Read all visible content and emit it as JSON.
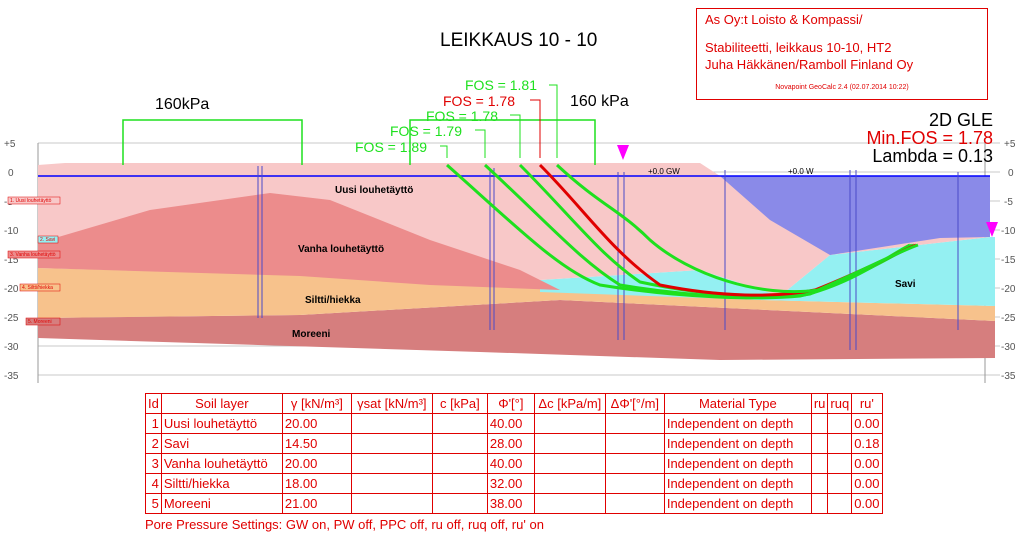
{
  "section_title": "LEIKKAUS 10 - 10",
  "title_block": {
    "company": "As Oy:t Loisto & Kompassi/",
    "project": "Stabiliteetti, leikkaus 10-10, HT2",
    "author": "Juha Häkkänen/Ramboll Finland Oy",
    "software": "Novapoint GeoCalc 2.4   (02.07.2014 10:22)"
  },
  "method": "2D GLE",
  "min_fos": "Min.FOS = 1.78",
  "lambda": "Lambda = 0.13",
  "load_labels": [
    "160kPa",
    "160 kPa"
  ],
  "fos_labels": [
    "FOS = 1.81",
    "FOS = 1.78",
    "FOS = 1.78",
    "FOS = 1.79",
    "FOS = 1.89"
  ],
  "gw_labels": [
    "+0.0 GW",
    "+0.0 W"
  ],
  "elevation_ticks": [
    "+5",
    "0",
    "-5",
    "-10",
    "-15",
    "-20",
    "-25",
    "-30",
    "-35"
  ],
  "layer_labels": [
    "Uusi louhetäyttö",
    "Vanha louhetäyttö",
    "Siltti/hiekka",
    "Moreeni",
    "Savi"
  ],
  "side_tags": [
    "1. Uusi louhetäyttö",
    "2. Savi",
    "3. Vanha louhetäyttö",
    "4. Siltti/hiekka",
    "5. Moreeni"
  ],
  "colors": {
    "uusi": "#f8c8c8",
    "vanha": "#ec8c8c",
    "siltti": "#f7c28c",
    "moreeni": "#d67e7e",
    "savi": "#94f0f2",
    "water": "#8a8ae8",
    "critical": "#e00000",
    "fos": "#1ee01e",
    "gwline": "#0000ff",
    "marker": "#ff00ff",
    "grid": "#c8c8c8",
    "tableText": "#e00000"
  },
  "soil_table": {
    "headers": [
      "Id",
      "Soil layer",
      "γ [kN/m³]",
      "γsat [kN/m³]",
      "c [kPa]",
      "Φ'[°]",
      "Δc [kPa/m]",
      "ΔΦ'[°/m]",
      "Material Type",
      "ru",
      "ruq",
      "ru'"
    ],
    "rows": [
      [
        "1",
        "Uusi louhetäyttö",
        "20.00",
        "",
        "",
        "40.00",
        "",
        "",
        "Independent on depth",
        "",
        "",
        "0.00"
      ],
      [
        "2",
        "Savi",
        "14.50",
        "",
        "",
        "28.00",
        "",
        "",
        "Independent on depth",
        "",
        "",
        "0.18"
      ],
      [
        "3",
        "Vanha louhetäyttö",
        "20.00",
        "",
        "",
        "40.00",
        "",
        "",
        "Independent on depth",
        "",
        "",
        "0.00"
      ],
      [
        "4",
        "Siltti/hiekka",
        "18.00",
        "",
        "",
        "32.00",
        "",
        "",
        "Independent on depth",
        "",
        "",
        "0.00"
      ],
      [
        "5",
        "Moreeni",
        "21.00",
        "",
        "",
        "38.00",
        "",
        "",
        "Independent on depth",
        "",
        "",
        "0.00"
      ]
    ]
  },
  "pore_pressure": "Pore Pressure Settings: GW on, PW off, PPC off, ru off, ruq off, ru' on"
}
